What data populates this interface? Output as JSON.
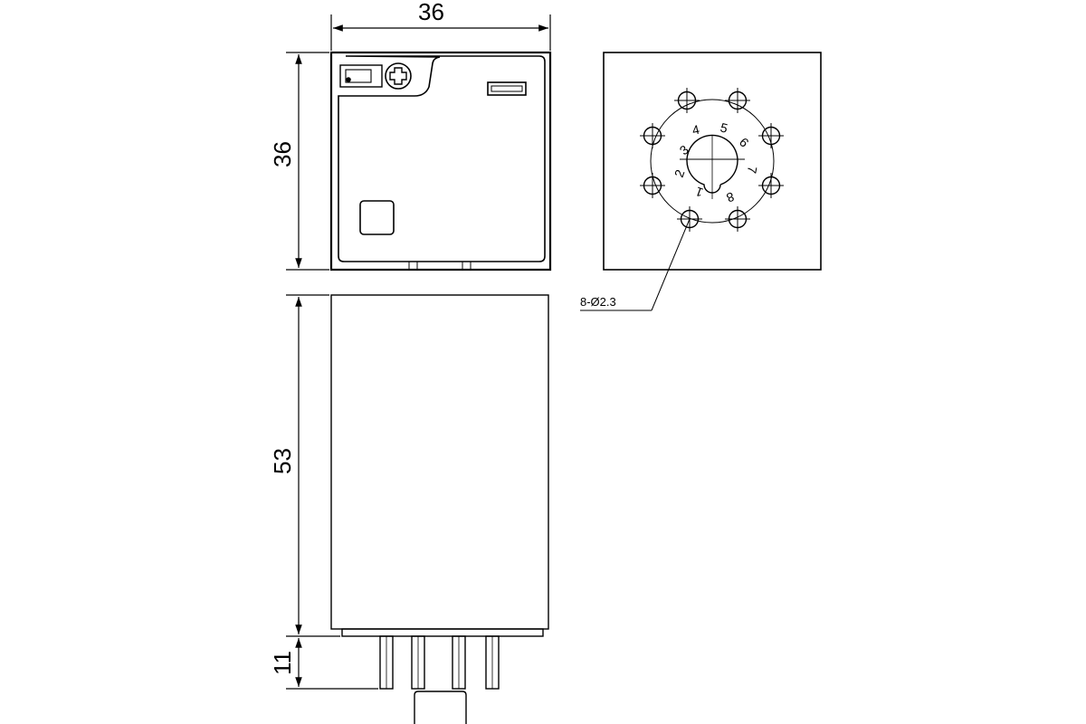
{
  "dimensions": {
    "width": "36",
    "height_top": "36",
    "body_height": "53",
    "pin_length": "11"
  },
  "pin_numbers": [
    "1",
    "2",
    "3",
    "4",
    "5",
    "6",
    "7",
    "8"
  ],
  "hole_callout": "8-Ø2.3"
}
